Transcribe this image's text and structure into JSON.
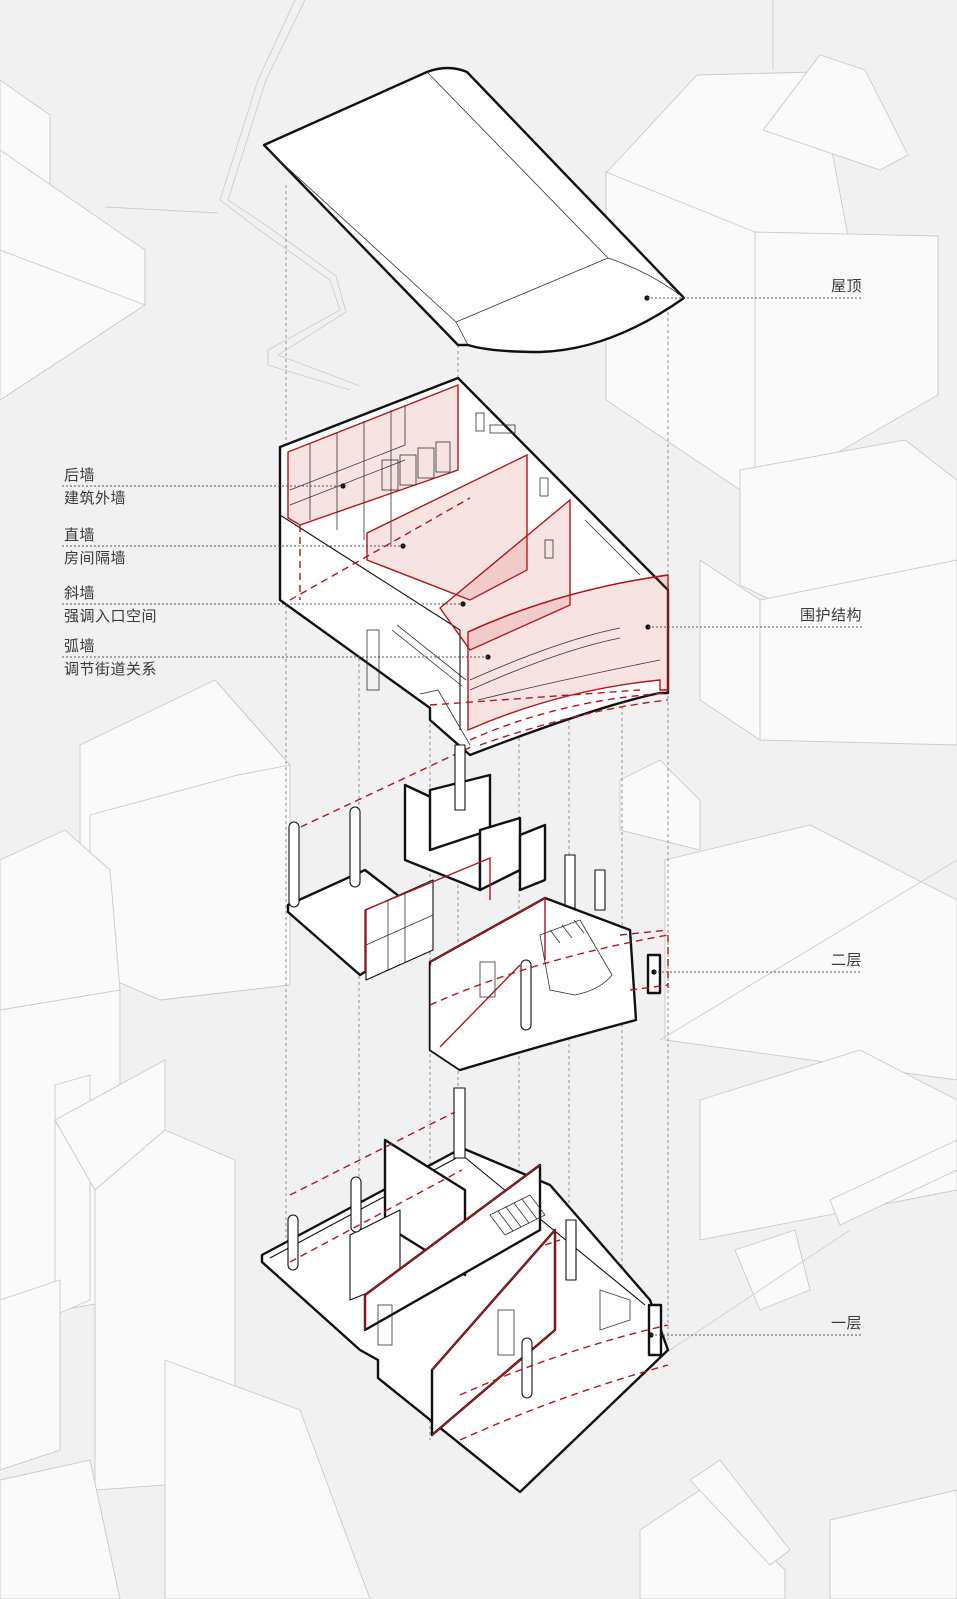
{
  "diagram": {
    "type": "exploded axonometric",
    "colors": {
      "background": "#f1f1f1",
      "context_buildings": "#fafafa",
      "structure_lines": "#111111",
      "highlight_red": "#b01818",
      "highlight_fill": "rgba(214,80,80,0.16)",
      "label_text": "#3a3a3a"
    },
    "layers": [
      {
        "id": "roof",
        "label": "屋顶"
      },
      {
        "id": "envelope",
        "label": "围护结构"
      },
      {
        "id": "second_floor",
        "label": "二层"
      },
      {
        "id": "first_floor",
        "label": "一层"
      }
    ],
    "wall_labels": [
      {
        "id": "rear_wall",
        "title": "后墙",
        "subtitle": "建筑外墙"
      },
      {
        "id": "straight_wall",
        "title": "直墙",
        "subtitle": "房间隔墙"
      },
      {
        "id": "slanted_wall",
        "title": "斜墙",
        "subtitle": "强调入口空间"
      },
      {
        "id": "curved_wall",
        "title": "弧墙",
        "subtitle": "调节街道关系"
      }
    ]
  }
}
